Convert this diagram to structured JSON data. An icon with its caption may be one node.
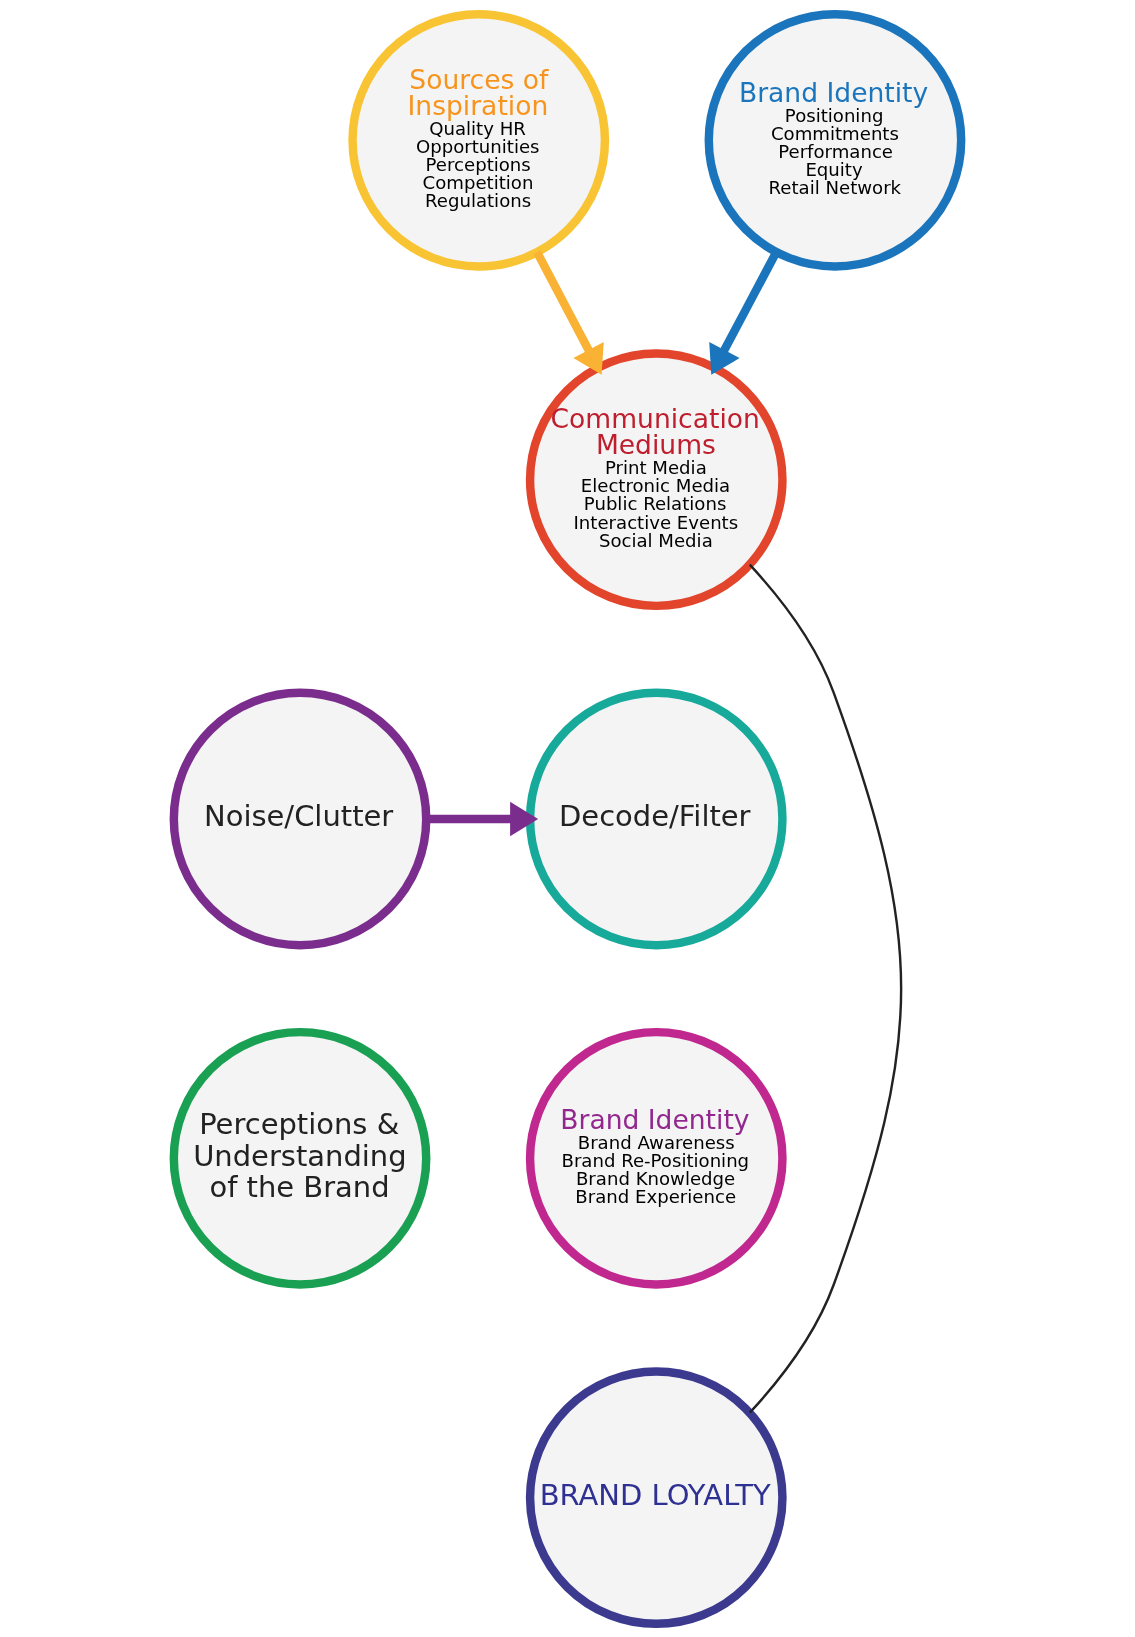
{
  "diagram": {
    "nodes": [
      {
        "text": [
          "Sources of Inspiration",
          "Quality HR",
          "Opportunities",
          "Perceptions",
          "Competition",
          "Regulations"
        ]
      },
      {
        "text": [
          "Brand Identity",
          "Positioning",
          "Commitments",
          "Performance",
          "Equity",
          "Retail Network"
        ]
      },
      {
        "text": [
          "Communication Mediums",
          "Print Media",
          "Electronic Media",
          "Public Relations",
          "Interactive Events",
          "Social Media"
        ]
      },
      {
        "text": [
          "Noise/Clutter"
        ]
      },
      {
        "text": [
          "Decode/Filter"
        ]
      },
      {
        "text": [
          "Perceptions & Understanding of the Brand"
        ]
      },
      {
        "text": [
          "Brand Identity",
          "Brand Awareness",
          "Brand Re-Positioning",
          "Brand Knowledge",
          "Brand Experience"
        ]
      },
      {
        "text": [
          "BRAND LOYALTY"
        ]
      }
    ],
    "edges": [
      {
        "from": 0,
        "to": 2,
        "arrow": "to",
        "color": "#f9b233"
      },
      {
        "from": 1,
        "to": 2,
        "arrow": "to",
        "color": "#1b75bc"
      },
      {
        "from": 2,
        "to": 7,
        "arrow": "none",
        "color": "#222222"
      },
      {
        "from": 3,
        "to": 4,
        "arrow": "to",
        "color": "#7b2d8e"
      }
    ]
  }
}
